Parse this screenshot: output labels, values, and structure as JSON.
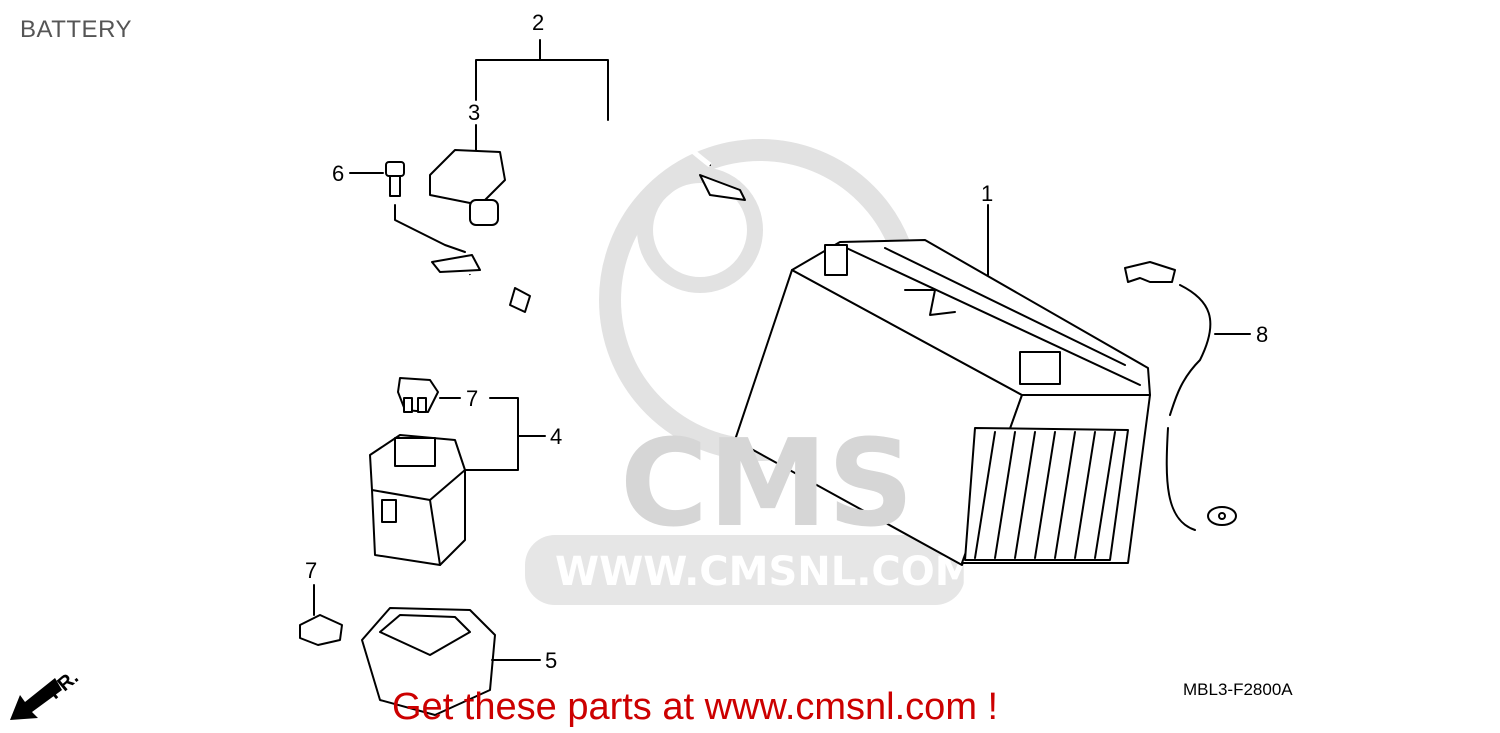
{
  "title": "BATTERY",
  "diagram_code": "MBL3-F2800A",
  "direction_label": "FR.",
  "watermark": {
    "logo": "CMS",
    "url": "WWW.CMSNL.COM"
  },
  "promo": "Get these parts at www.cmsnl.com !",
  "callouts": {
    "c1": "1",
    "c2": "2",
    "c3": "3",
    "c4": "4",
    "c5": "5",
    "c6": "6",
    "c7a": "7",
    "c7b": "7",
    "c8": "8"
  },
  "colors": {
    "promo": "#cc0000",
    "watermark": "#d6d6d6",
    "line": "#000000"
  }
}
